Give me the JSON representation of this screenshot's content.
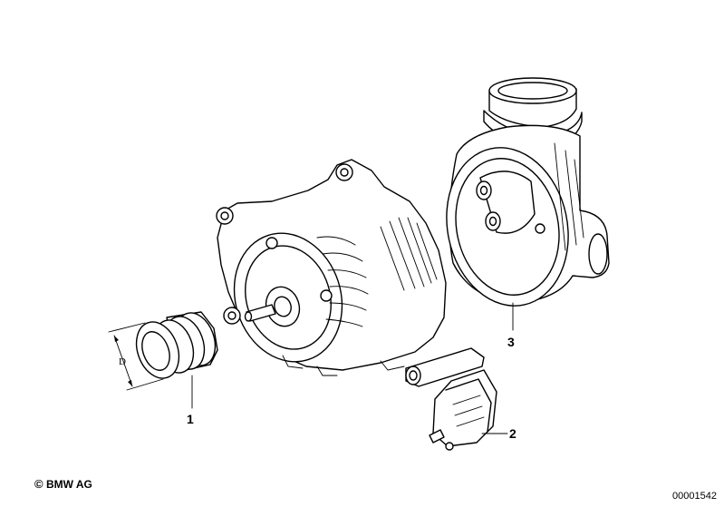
{
  "parts": [
    {
      "number": "1"
    },
    {
      "number": "2"
    },
    {
      "number": "3"
    }
  ],
  "dimension_label": "D",
  "copyright": {
    "symbol": "©",
    "text": "BMW AG"
  },
  "drawing_number": "00001542"
}
